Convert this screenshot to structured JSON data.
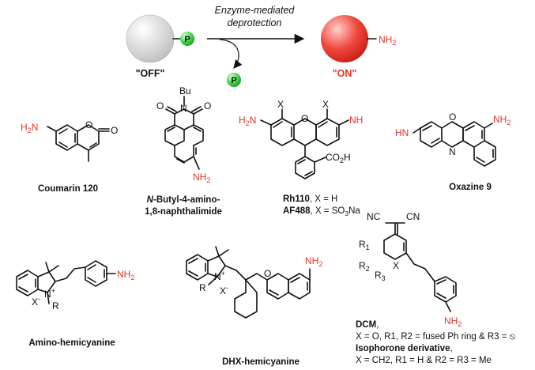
{
  "scheme": {
    "enzyme_line1": "Enzyme-mediated",
    "enzyme_line2": "deprotection",
    "off_label": "\"OFF\"",
    "on_label": "\"ON\"",
    "p_label": "P",
    "nh2": "NH",
    "nh2_sub": "2"
  },
  "molecules": {
    "coumarin": {
      "name": "Coumarin 120",
      "h2n": "H",
      "h2n_sub": "2",
      "h2n_n": "N",
      "o1": "O",
      "o2": "O"
    },
    "naphthalimide": {
      "name_line1_italic": "N",
      "name_line1_rest": "-Butyl-4-amino-",
      "name_line2": "1,8-naphthalimide",
      "bu": "Bu",
      "n": "N",
      "o": "O",
      "nh2": "NH",
      "sub": "2"
    },
    "rh110": {
      "x": "X",
      "o": "O",
      "nh": "NH",
      "h2n": "H",
      "h2n_sub": "2",
      "h2n_n": "N",
      "co2h": "CO",
      "co2h_sub": "2",
      "co2h_h": "H",
      "cap1_b": "Rh110",
      "cap1_rest": ", X = H",
      "cap2_b": "AF488",
      "cap2_rest": ", X = SO",
      "cap2_sub": "3",
      "cap2_end": "Na"
    },
    "oxazine": {
      "name": "Oxazine 9",
      "hn": "HN",
      "o": "O",
      "n": "N",
      "nh2": "NH",
      "sub": "2"
    },
    "amino_hemicyanine": {
      "name": "Amino-hemicyanine",
      "n": "N",
      "plus": "+",
      "x": "X",
      "minus": "-",
      "r": "R",
      "nh2": "NH",
      "sub": "2"
    },
    "dhx": {
      "name": "DHX-hemicyanine",
      "n": "N",
      "plus": "+",
      "x": "X",
      "minus": "-",
      "r": "R",
      "o": "O",
      "nh2": "NH",
      "sub": "2"
    },
    "dcm": {
      "nc": "NC",
      "cn": "CN",
      "r1": "R",
      "r2": "R",
      "r3": "R",
      "x": "X",
      "nh2": "NH",
      "sub": "2",
      "line1_b": "DCM",
      "line1_rest": ",",
      "line2": "X = O, R1, R2 = fused Ph ring & R3 = ⦸",
      "line3_b": "Isophorone derivative",
      "line3_rest": ",",
      "line4": "X = CH2, R1 = H & R2 = R3 = Me"
    }
  },
  "colors": {
    "amine_red": "#e8332a",
    "phosphate_green": "#35c43a",
    "off_grey": "#d9d9d9"
  },
  "icons": {
    "arrow": "right-arrow-icon",
    "release": "curved-arrow-icon"
  }
}
